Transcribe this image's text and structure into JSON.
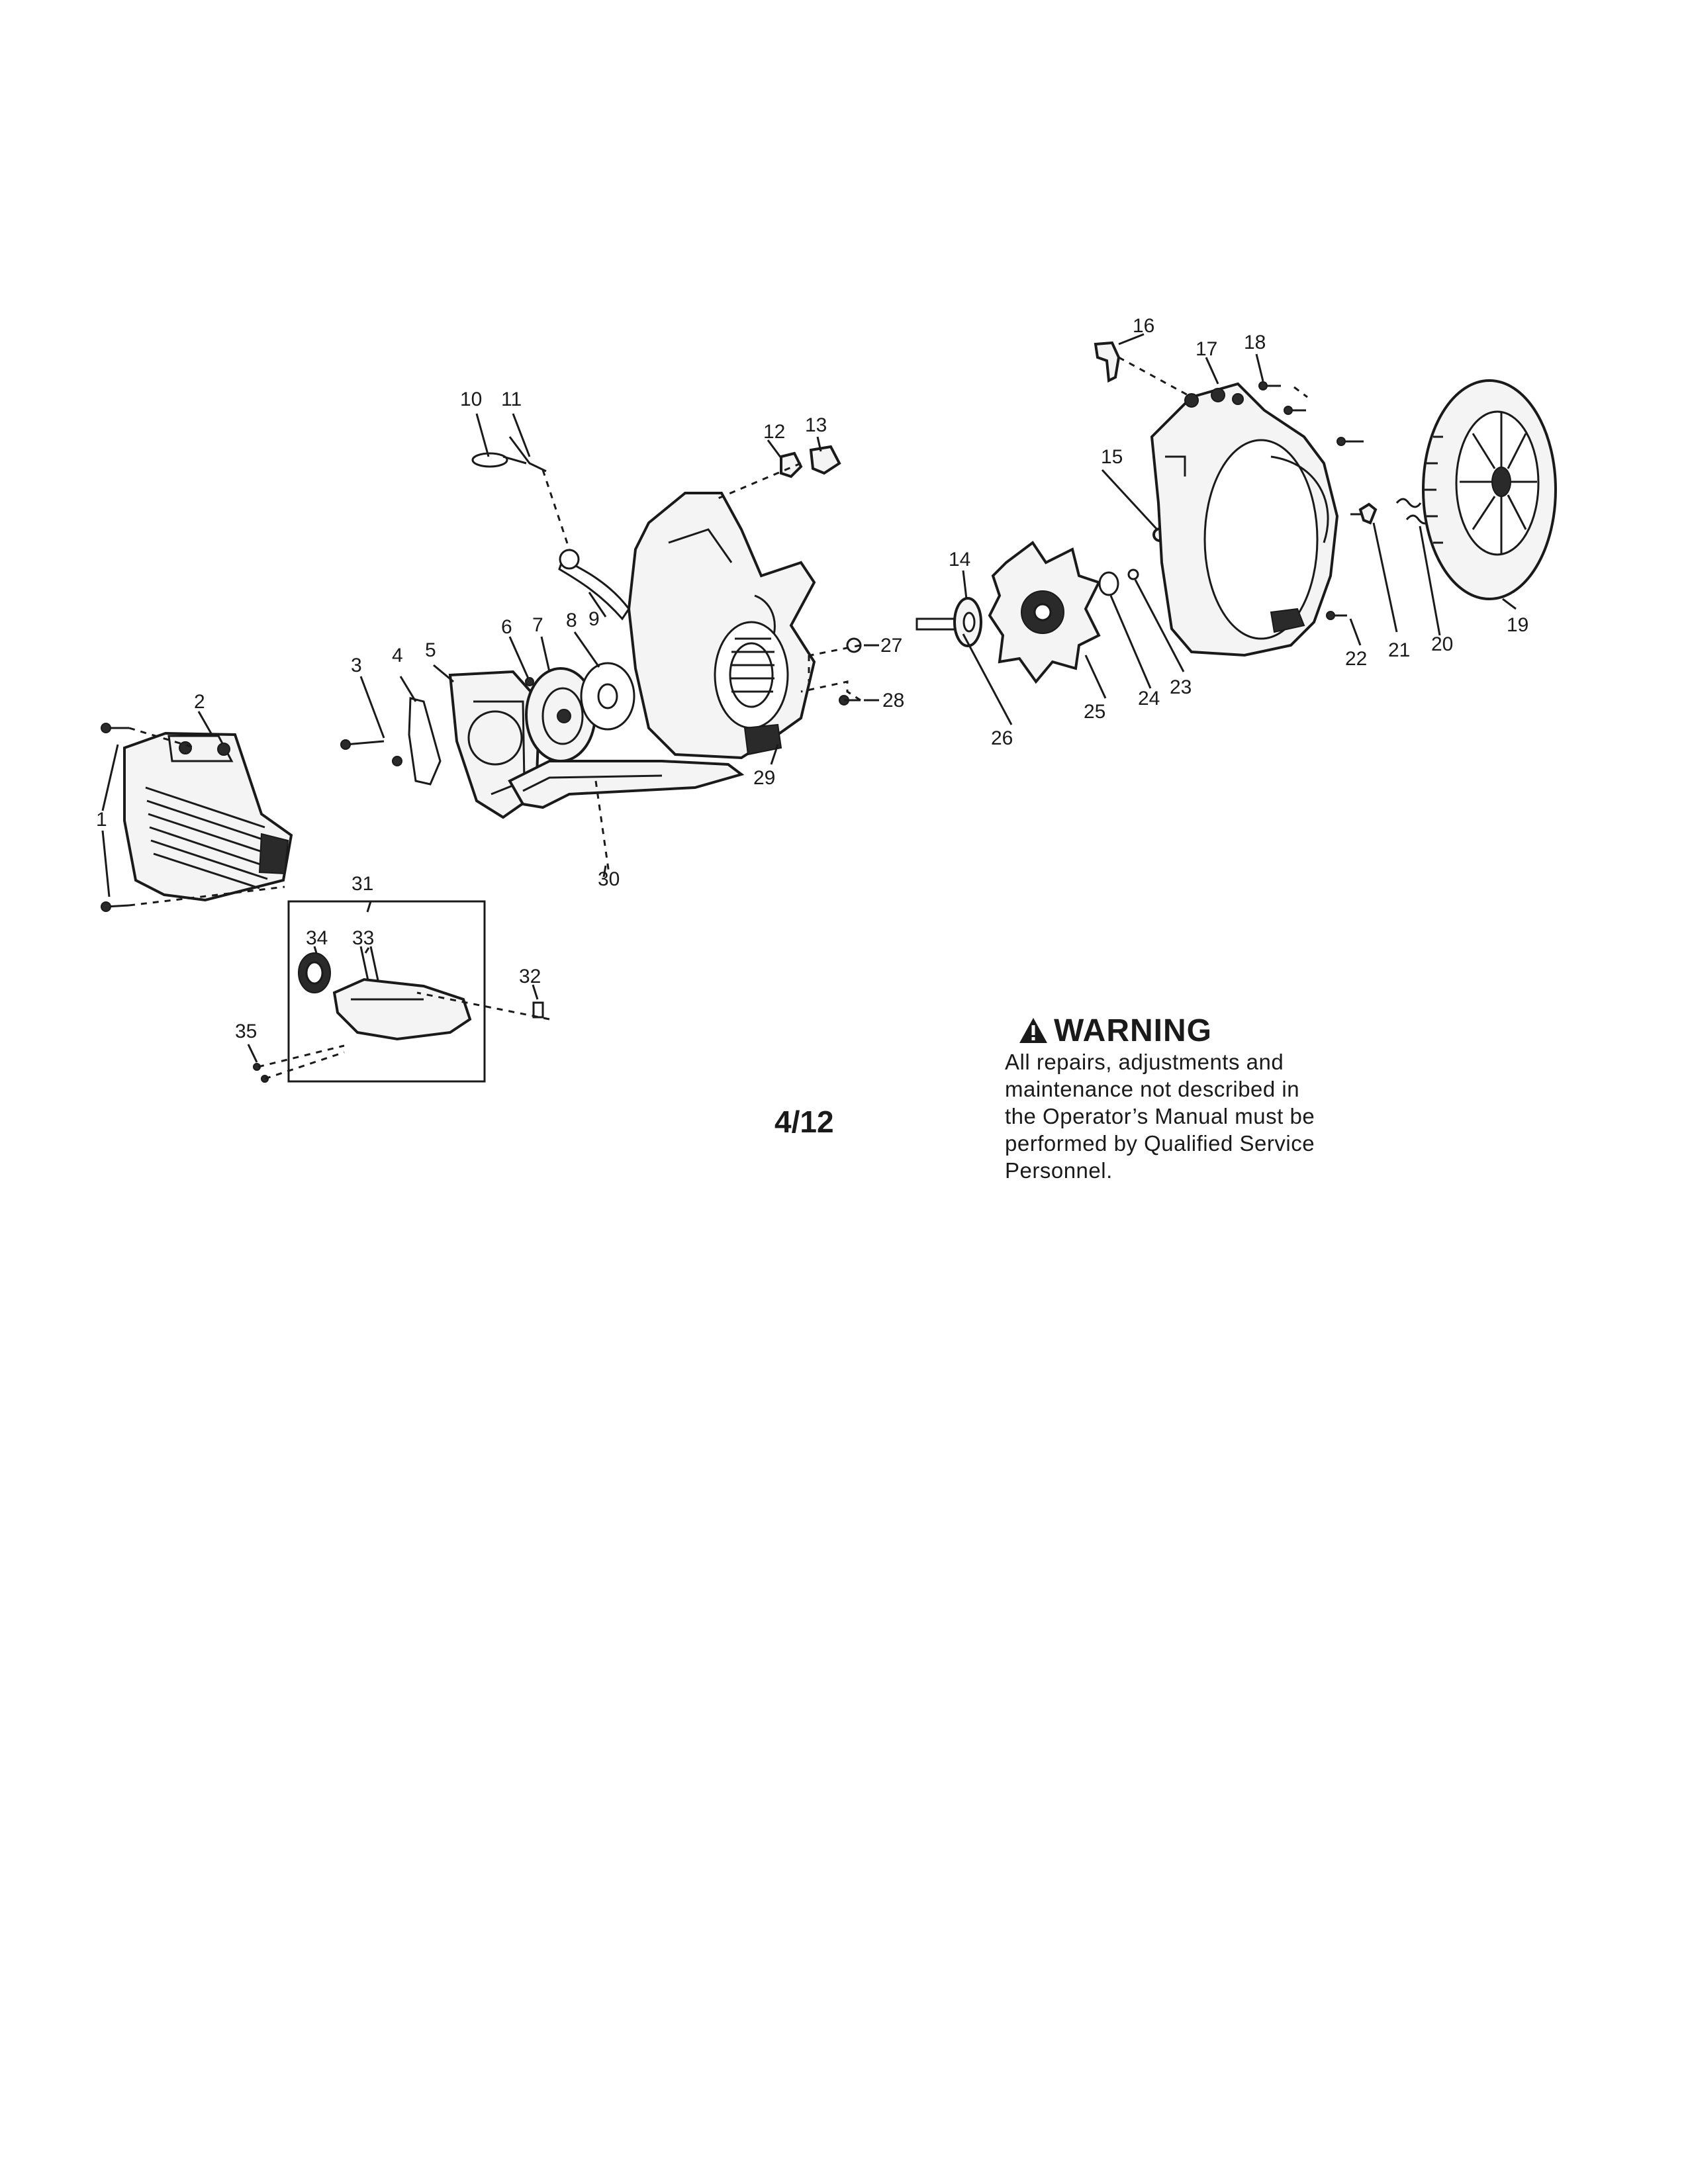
{
  "diagram": {
    "callouts": [
      "1",
      "2",
      "3",
      "4",
      "5",
      "6",
      "7",
      "8",
      "9",
      "10",
      "11",
      "12",
      "13",
      "14",
      "15",
      "16",
      "17",
      "18",
      "19",
      "20",
      "21",
      "22",
      "23",
      "24",
      "25",
      "26",
      "27",
      "28",
      "29",
      "30",
      "31",
      "32",
      "33",
      "34",
      "35"
    ]
  },
  "page_number": "4/12",
  "warning": {
    "title": "WARNING",
    "lines": [
      "All repairs, adjustments and",
      "maintenance not described in",
      "the Operator’s Manual must be",
      "performed by Qualified Service",
      "Personnel."
    ]
  }
}
